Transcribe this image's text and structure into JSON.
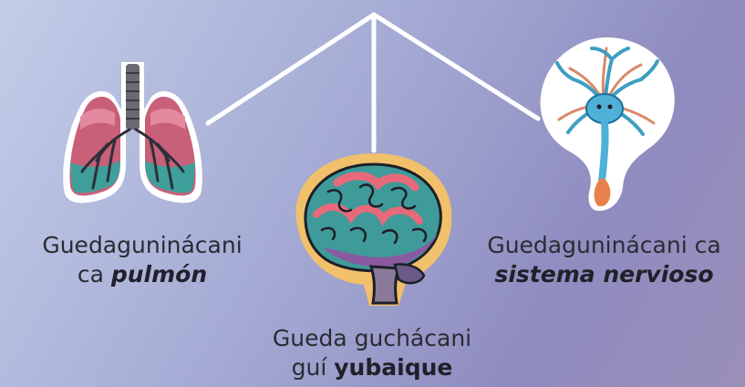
{
  "nodes": {
    "left": {
      "line1": "Guedaguninácani",
      "line2_prefix": "ca ",
      "line2_emph": "pulmón",
      "icon": "lungs-icon"
    },
    "center": {
      "line1": "Gueda guchácani",
      "line2_prefix": "guí ",
      "line2_emph": "yubaique",
      "icon": "brain-icon"
    },
    "right": {
      "line1": "Guedaguninácani ca",
      "line2_emph": "sistema nervioso",
      "icon": "neuron-icon"
    }
  },
  "colors": {
    "connector": "#ffffff",
    "text": "#2b2b33"
  }
}
